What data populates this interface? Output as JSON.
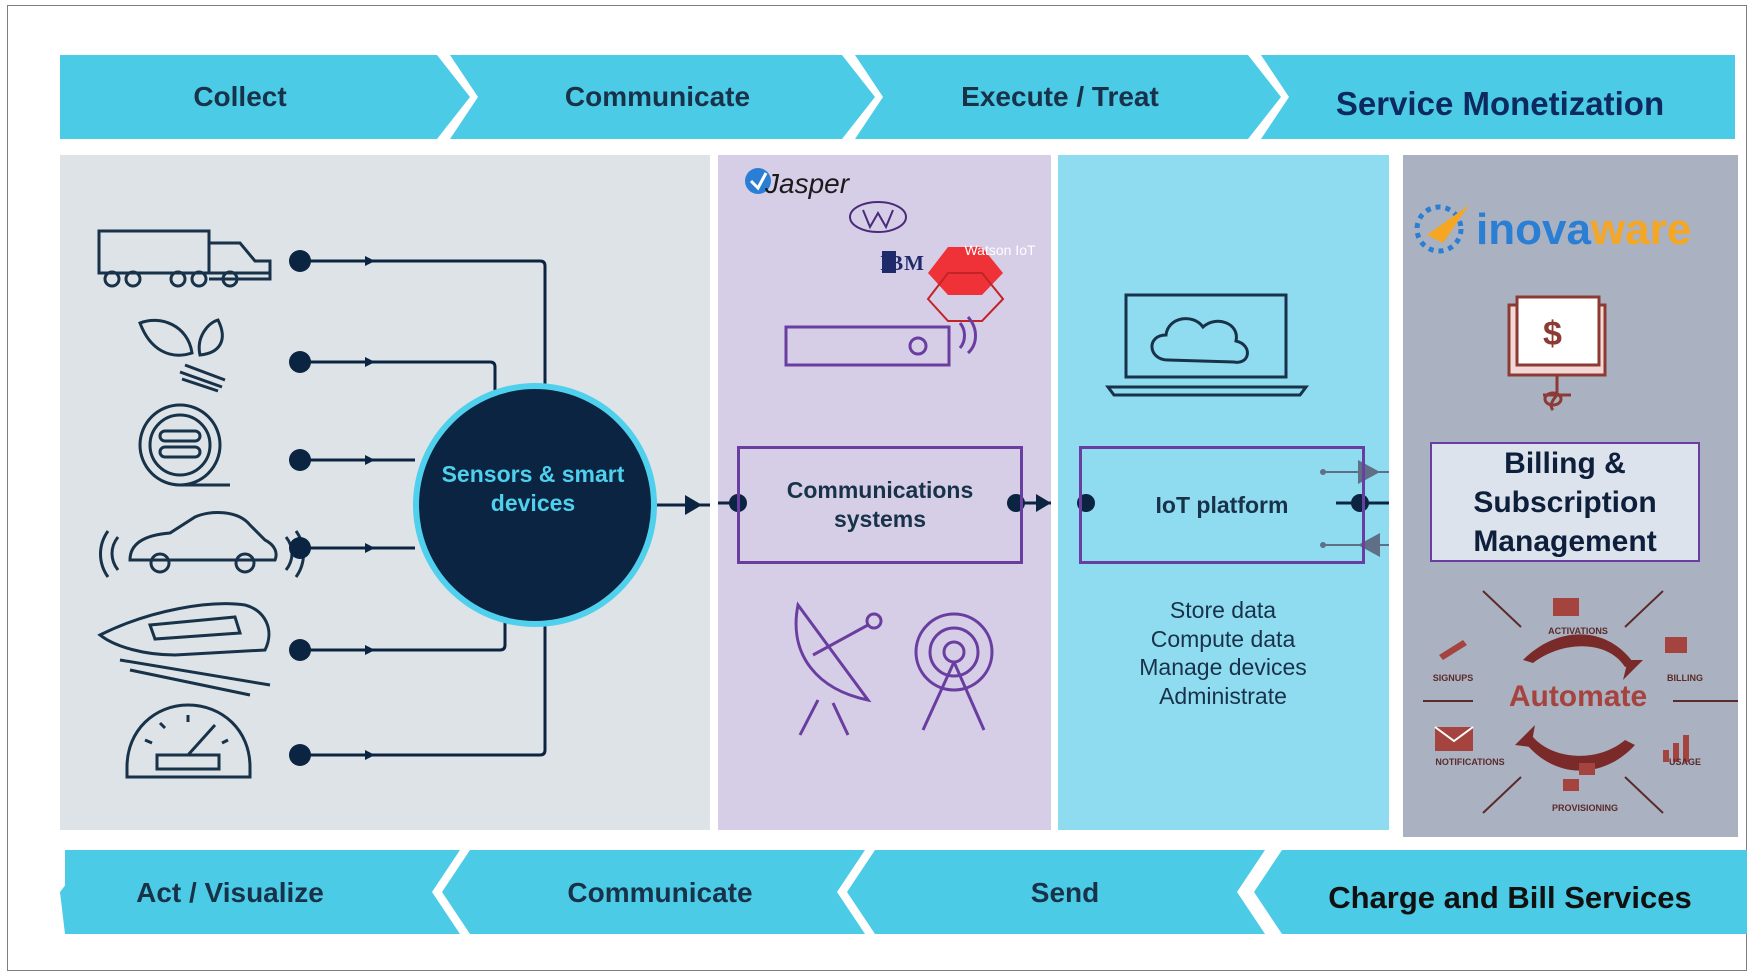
{
  "top_stages": [
    {
      "label": "Collect"
    },
    {
      "label": "Communicate"
    },
    {
      "label": "Execute / Treat"
    },
    {
      "label": "Service Monetization"
    }
  ],
  "bottom_stages": [
    {
      "label": "Act / Visualize"
    },
    {
      "label": "Communicate"
    },
    {
      "label": "Send"
    },
    {
      "label": "Charge and Bill Services"
    }
  ],
  "devices": {
    "hub_label": "Sensors & smart devices",
    "icons": [
      "truck-icon",
      "plant-bulb-icon",
      "meter-icon",
      "connected-car-icon",
      "train-icon",
      "gauge-icon"
    ]
  },
  "communications": {
    "logos": {
      "jasper": "Jasper",
      "watson": "Watson IoT",
      "ibm": "IBM"
    },
    "box_label": "Communications systems",
    "icons": [
      "router-icon",
      "satellite-dish-icon",
      "radio-tower-icon"
    ]
  },
  "platform": {
    "box_label": "IoT platform",
    "functions": [
      "Store data",
      "Compute data",
      "Manage devices",
      "Administrate"
    ],
    "icons": [
      "cloud-laptop-icon"
    ]
  },
  "monetization": {
    "brand_prefix": "inova",
    "brand_suffix": "ware",
    "box_label": "Billing & Subscription Management",
    "center_label": "Automate",
    "cycle_labels": [
      "ACTIVATIONS",
      "BILLING",
      "USAGE",
      "PROVISIONING",
      "NOTIFICATIONS",
      "SIGNUPS"
    ],
    "icons": [
      "billing-monitor-icon"
    ]
  },
  "colors": {
    "chevron": "#4ccbe6",
    "devices_panel": "#dde3e6",
    "comm_panel": "#d6cde6",
    "platform_panel": "#8fdcf1",
    "monetization_panel": "#aab2c2",
    "hub": "#0b2441",
    "accent_orange": "#f5a623",
    "accent_blue": "#2a7fd4"
  }
}
